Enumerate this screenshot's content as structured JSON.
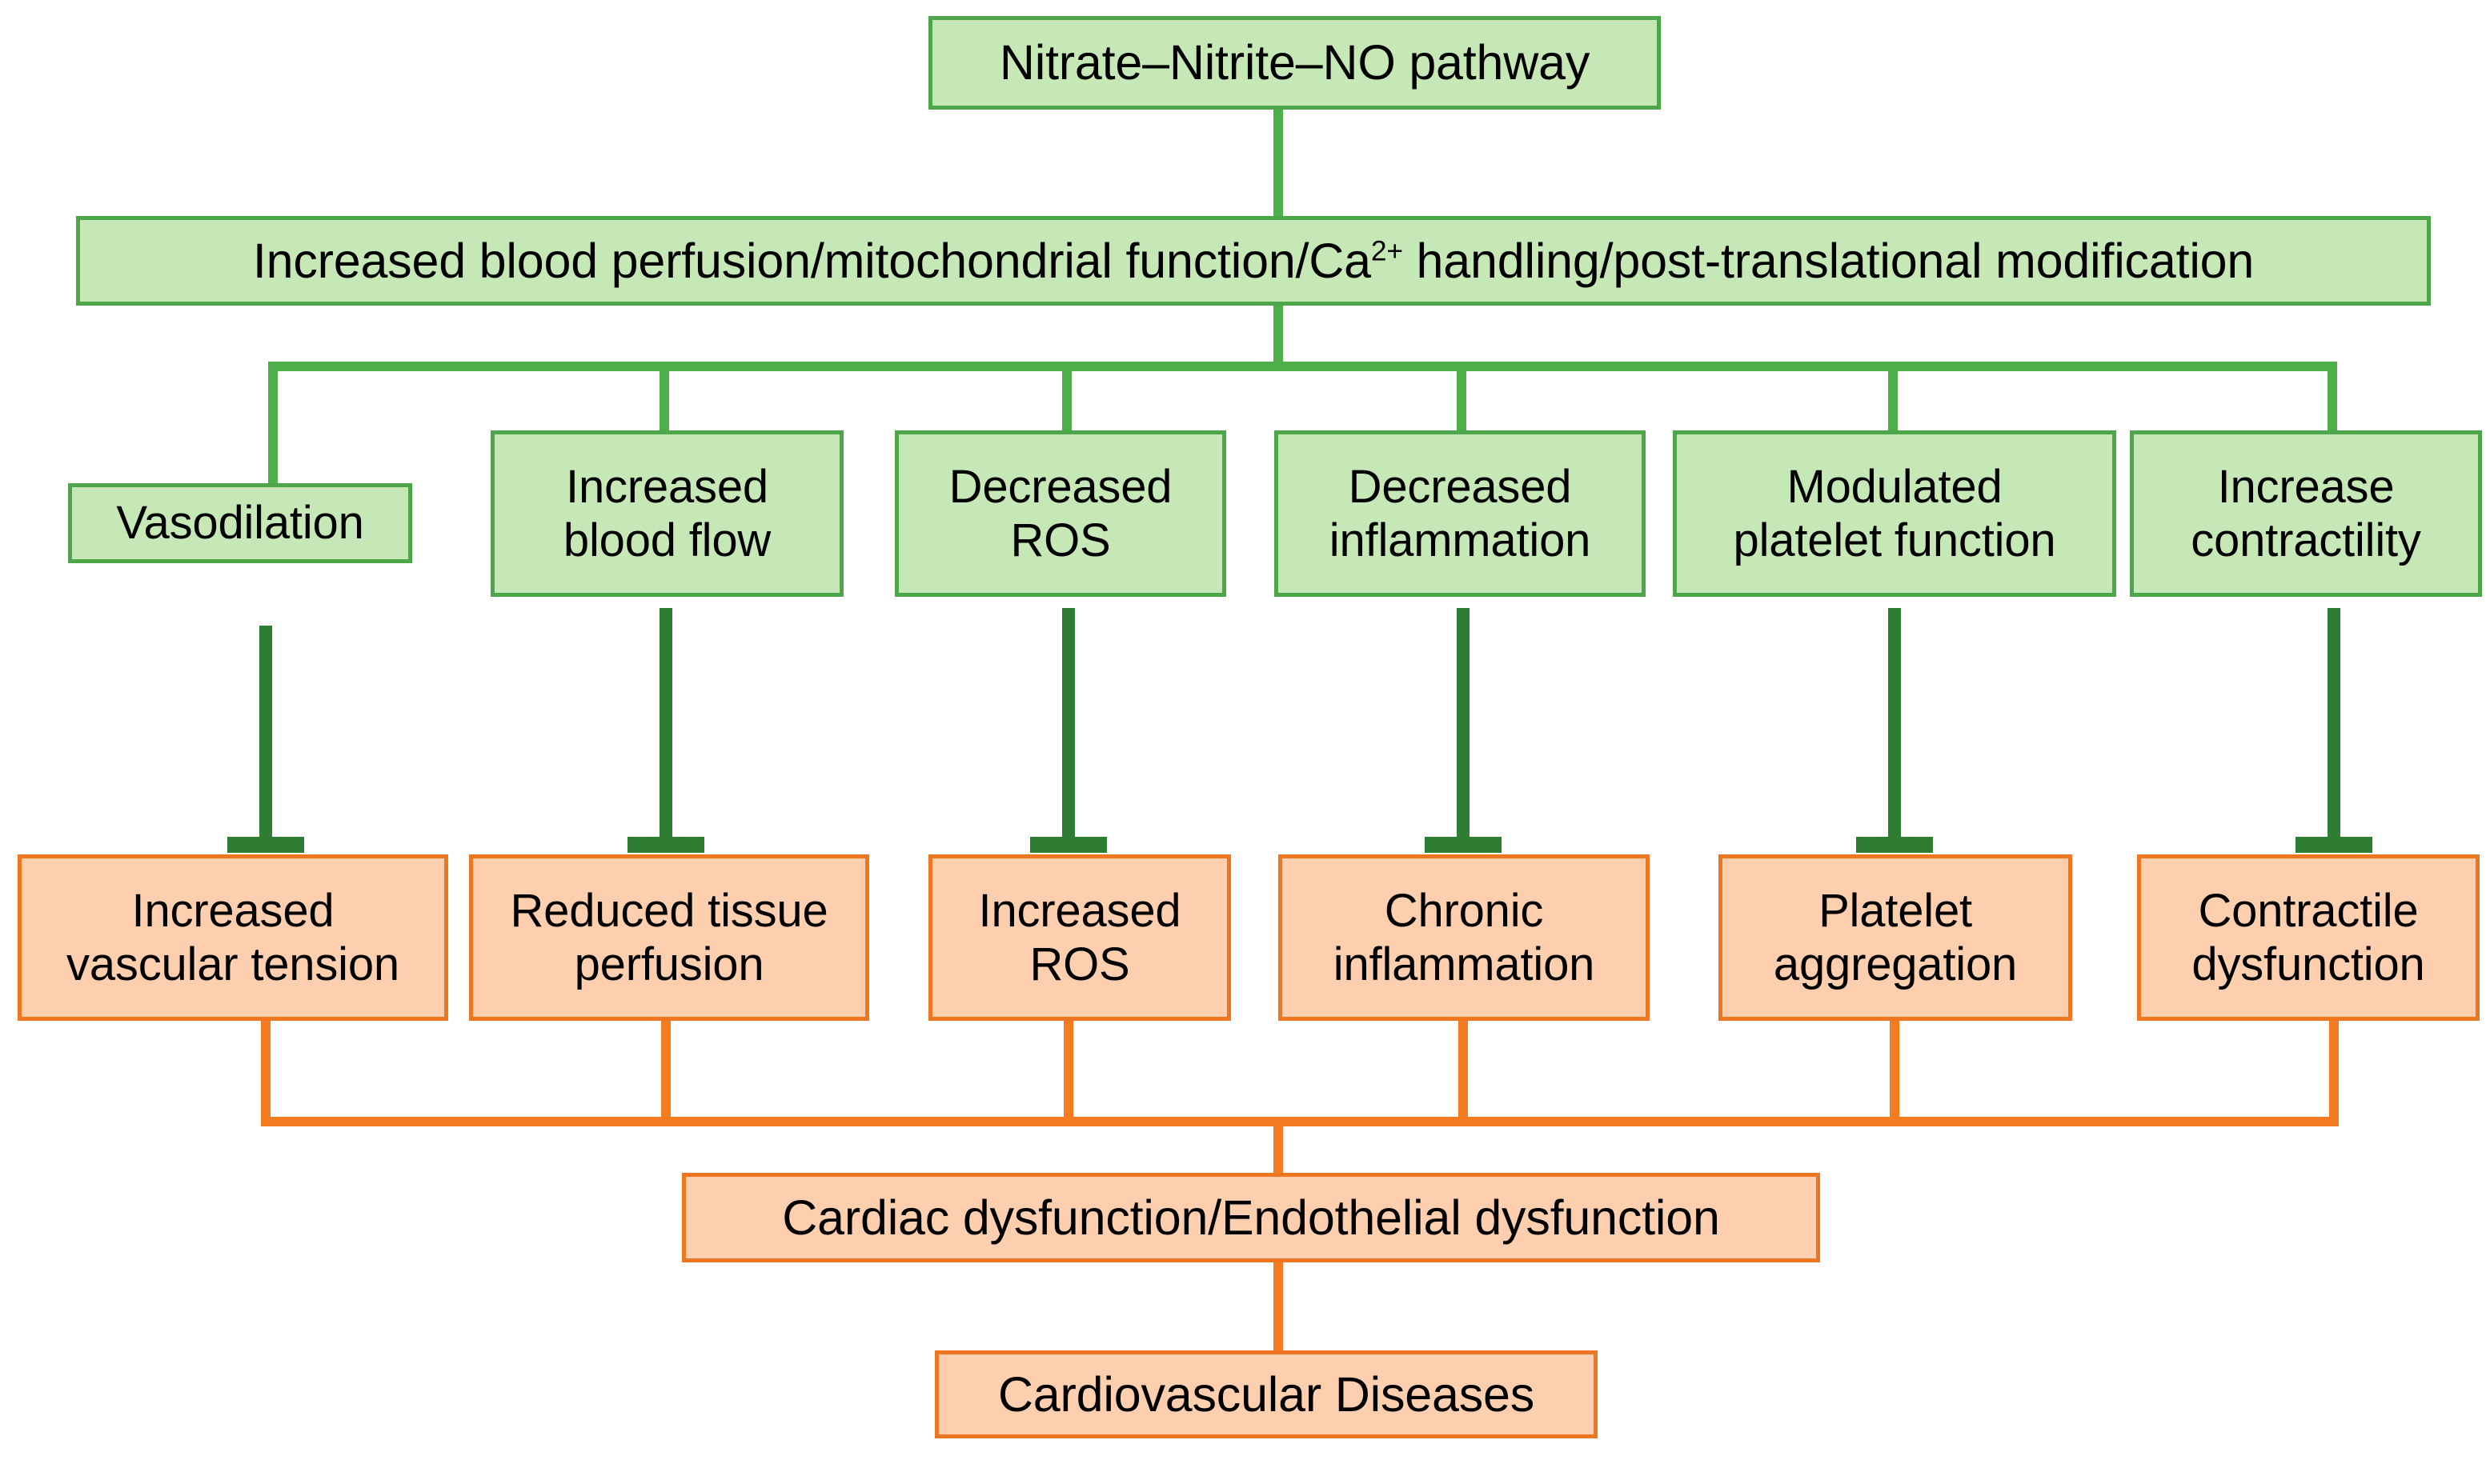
{
  "diagram": {
    "title_node": {
      "label": "Nitrate–Nitrite–NO pathway"
    },
    "banner_node": {
      "prefix": "Increased blood perfusion/mitochondrial function/Ca",
      "superscript": "2+",
      "suffix": " handling/post-translational modification"
    },
    "beneficial_effects": [
      {
        "label": "Vasodilation"
      },
      {
        "label": "Increased\nblood flow"
      },
      {
        "label": "Decreased\nROS"
      },
      {
        "label": "Decreased\ninflammation"
      },
      {
        "label": "Modulated\nplatelet function"
      },
      {
        "label": "Increase\ncontractility"
      }
    ],
    "pathological_effects": [
      {
        "label": "Increased\nvascular tension"
      },
      {
        "label": "Reduced tissue\nperfusion"
      },
      {
        "label": "Increased\nROS"
      },
      {
        "label": "Chronic\ninflammation"
      },
      {
        "label": "Platelet\naggregation"
      },
      {
        "label": "Contractile\ndysfunction"
      }
    ],
    "outcome_node": {
      "label": "Cardiac dysfunction/Endothelial dysfunction"
    },
    "final_node": {
      "label": "Cardiovascular Diseases"
    },
    "colors": {
      "green_fill": "#c6e7b6",
      "green_border": "#4ea64a",
      "green_connector": "#4caf4a",
      "green_inhibitor": "#2f7d32",
      "orange_fill": "#fdcfae",
      "orange_border": "#ee7620",
      "orange_connector": "#f47b20",
      "text": "#000000",
      "background": "#ffffff"
    }
  }
}
